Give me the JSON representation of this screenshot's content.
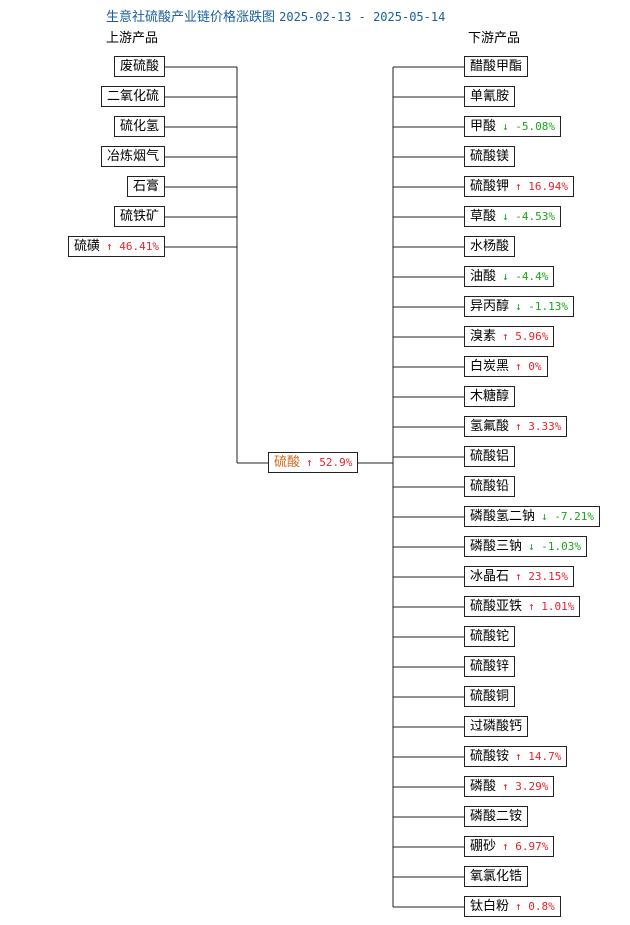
{
  "title": {
    "prefix": "生意社硫酸产业链价格涨跌图",
    "dates": "2025-02-13 - 2025-05-14"
  },
  "upstream_header": "上游产品",
  "downstream_header": "下游产品",
  "center": {
    "name": "硫酸",
    "dir": "up",
    "change": "52.9%"
  },
  "upstream": [
    {
      "name": "废硫酸"
    },
    {
      "name": "二氧化硫"
    },
    {
      "name": "硫化氢"
    },
    {
      "name": "冶炼烟气"
    },
    {
      "name": "石膏"
    },
    {
      "name": "硫铁矿"
    },
    {
      "name": "硫磺",
      "dir": "up",
      "change": "46.41%"
    }
  ],
  "downstream": [
    {
      "name": "醋酸甲酯"
    },
    {
      "name": "单氰胺"
    },
    {
      "name": "甲酸",
      "dir": "down",
      "change": "-5.08%"
    },
    {
      "name": "硫酸镁"
    },
    {
      "name": "硫酸钾",
      "dir": "up",
      "change": "16.94%"
    },
    {
      "name": "草酸",
      "dir": "down",
      "change": "-4.53%"
    },
    {
      "name": "水杨酸"
    },
    {
      "name": "油酸",
      "dir": "down",
      "change": "-4.4%"
    },
    {
      "name": "异丙醇",
      "dir": "down",
      "change": "-1.13%"
    },
    {
      "name": "溴素",
      "dir": "up",
      "change": "5.96%"
    },
    {
      "name": "白炭黑",
      "dir": "up",
      "change": "0%"
    },
    {
      "name": "木糖醇"
    },
    {
      "name": "氢氟酸",
      "dir": "up",
      "change": "3.33%"
    },
    {
      "name": "硫酸铝"
    },
    {
      "name": "硫酸铅"
    },
    {
      "name": "磷酸氢二钠",
      "dir": "down",
      "change": "-7.21%"
    },
    {
      "name": "磷酸三钠",
      "dir": "down",
      "change": "-1.03%"
    },
    {
      "name": "冰晶石",
      "dir": "up",
      "change": "23.15%"
    },
    {
      "name": "硫酸亚铁",
      "dir": "up",
      "change": "1.01%"
    },
    {
      "name": "硫酸铊"
    },
    {
      "name": "硫酸锌"
    },
    {
      "name": "硫酸铜"
    },
    {
      "name": "过磷酸钙"
    },
    {
      "name": "硫酸铵",
      "dir": "up",
      "change": "14.7%"
    },
    {
      "name": "磷酸",
      "dir": "up",
      "change": "3.29%"
    },
    {
      "name": "磷酸二铵"
    },
    {
      "name": "硼砂",
      "dir": "up",
      "change": "6.97%"
    },
    {
      "name": "氧氯化锆"
    },
    {
      "name": "钛白粉",
      "dir": "up",
      "change": "0.8%"
    }
  ],
  "colors": {
    "up": "#e8232a",
    "down": "#1aa51a",
    "title": "#1a5fa0",
    "center": "#d2691e"
  },
  "icons": {
    "up": "arrow-up-icon",
    "down": "arrow-down-icon"
  }
}
